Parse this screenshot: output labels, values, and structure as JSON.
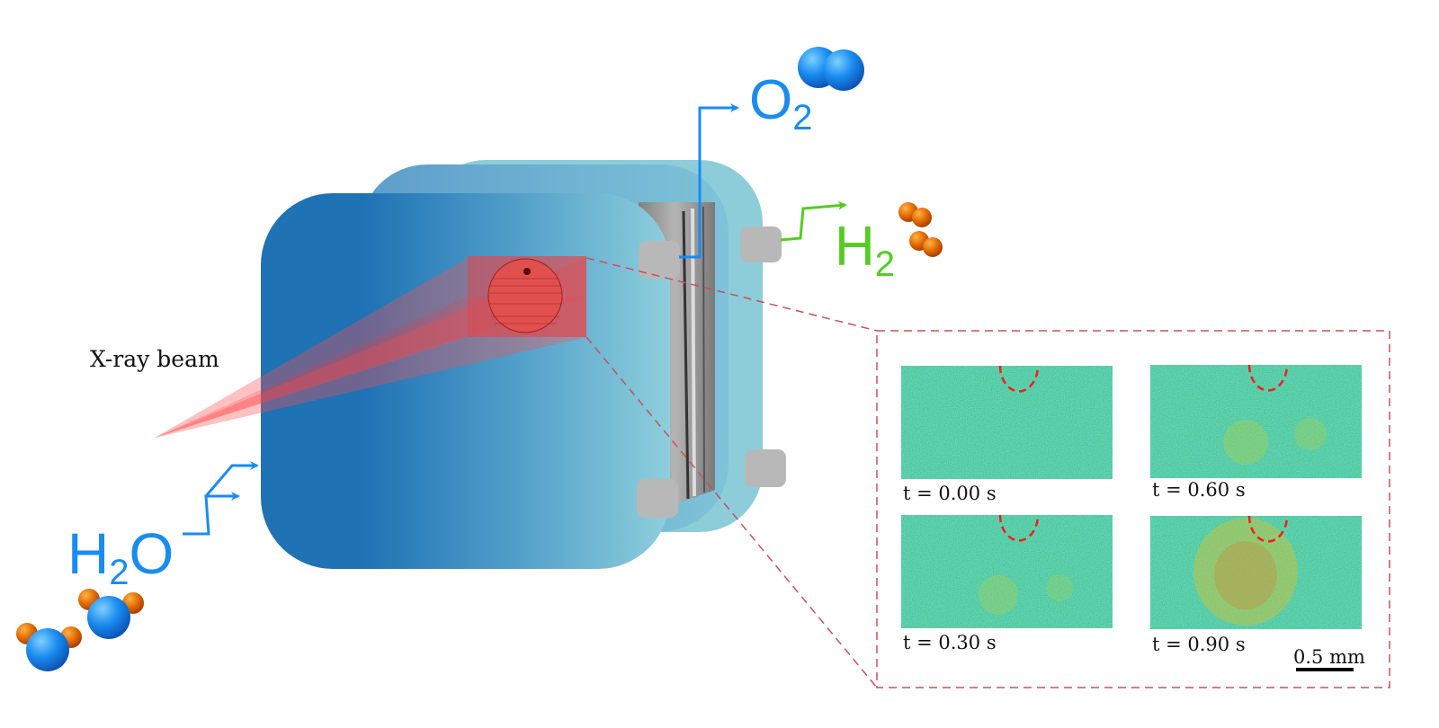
{
  "labels": {
    "xray_beam": "X-ray beam",
    "h2o": {
      "a": "H",
      "sub": "2",
      "b": "O"
    },
    "o2": {
      "a": "O",
      "sub": "2"
    },
    "h2": {
      "a": "H",
      "sub": "2"
    }
  },
  "inset": {
    "panels": [
      {
        "time_label": "t = 0.00 s"
      },
      {
        "time_label": "t = 0.60 s"
      },
      {
        "time_label": "t = 0.30 s"
      },
      {
        "time_label": "t = 0.90 s"
      }
    ],
    "scale_bar_label": "0.5 mm"
  },
  "colors": {
    "water_oxygen_blue": "#1a8cf0",
    "hydrogen_green": "#55cc22",
    "hydrogen_atom_orange": "#e06a00",
    "beam_red": "#ff4d4d",
    "plate_dark": "#1f72b4",
    "plate_light": "#8ecfdc"
  }
}
